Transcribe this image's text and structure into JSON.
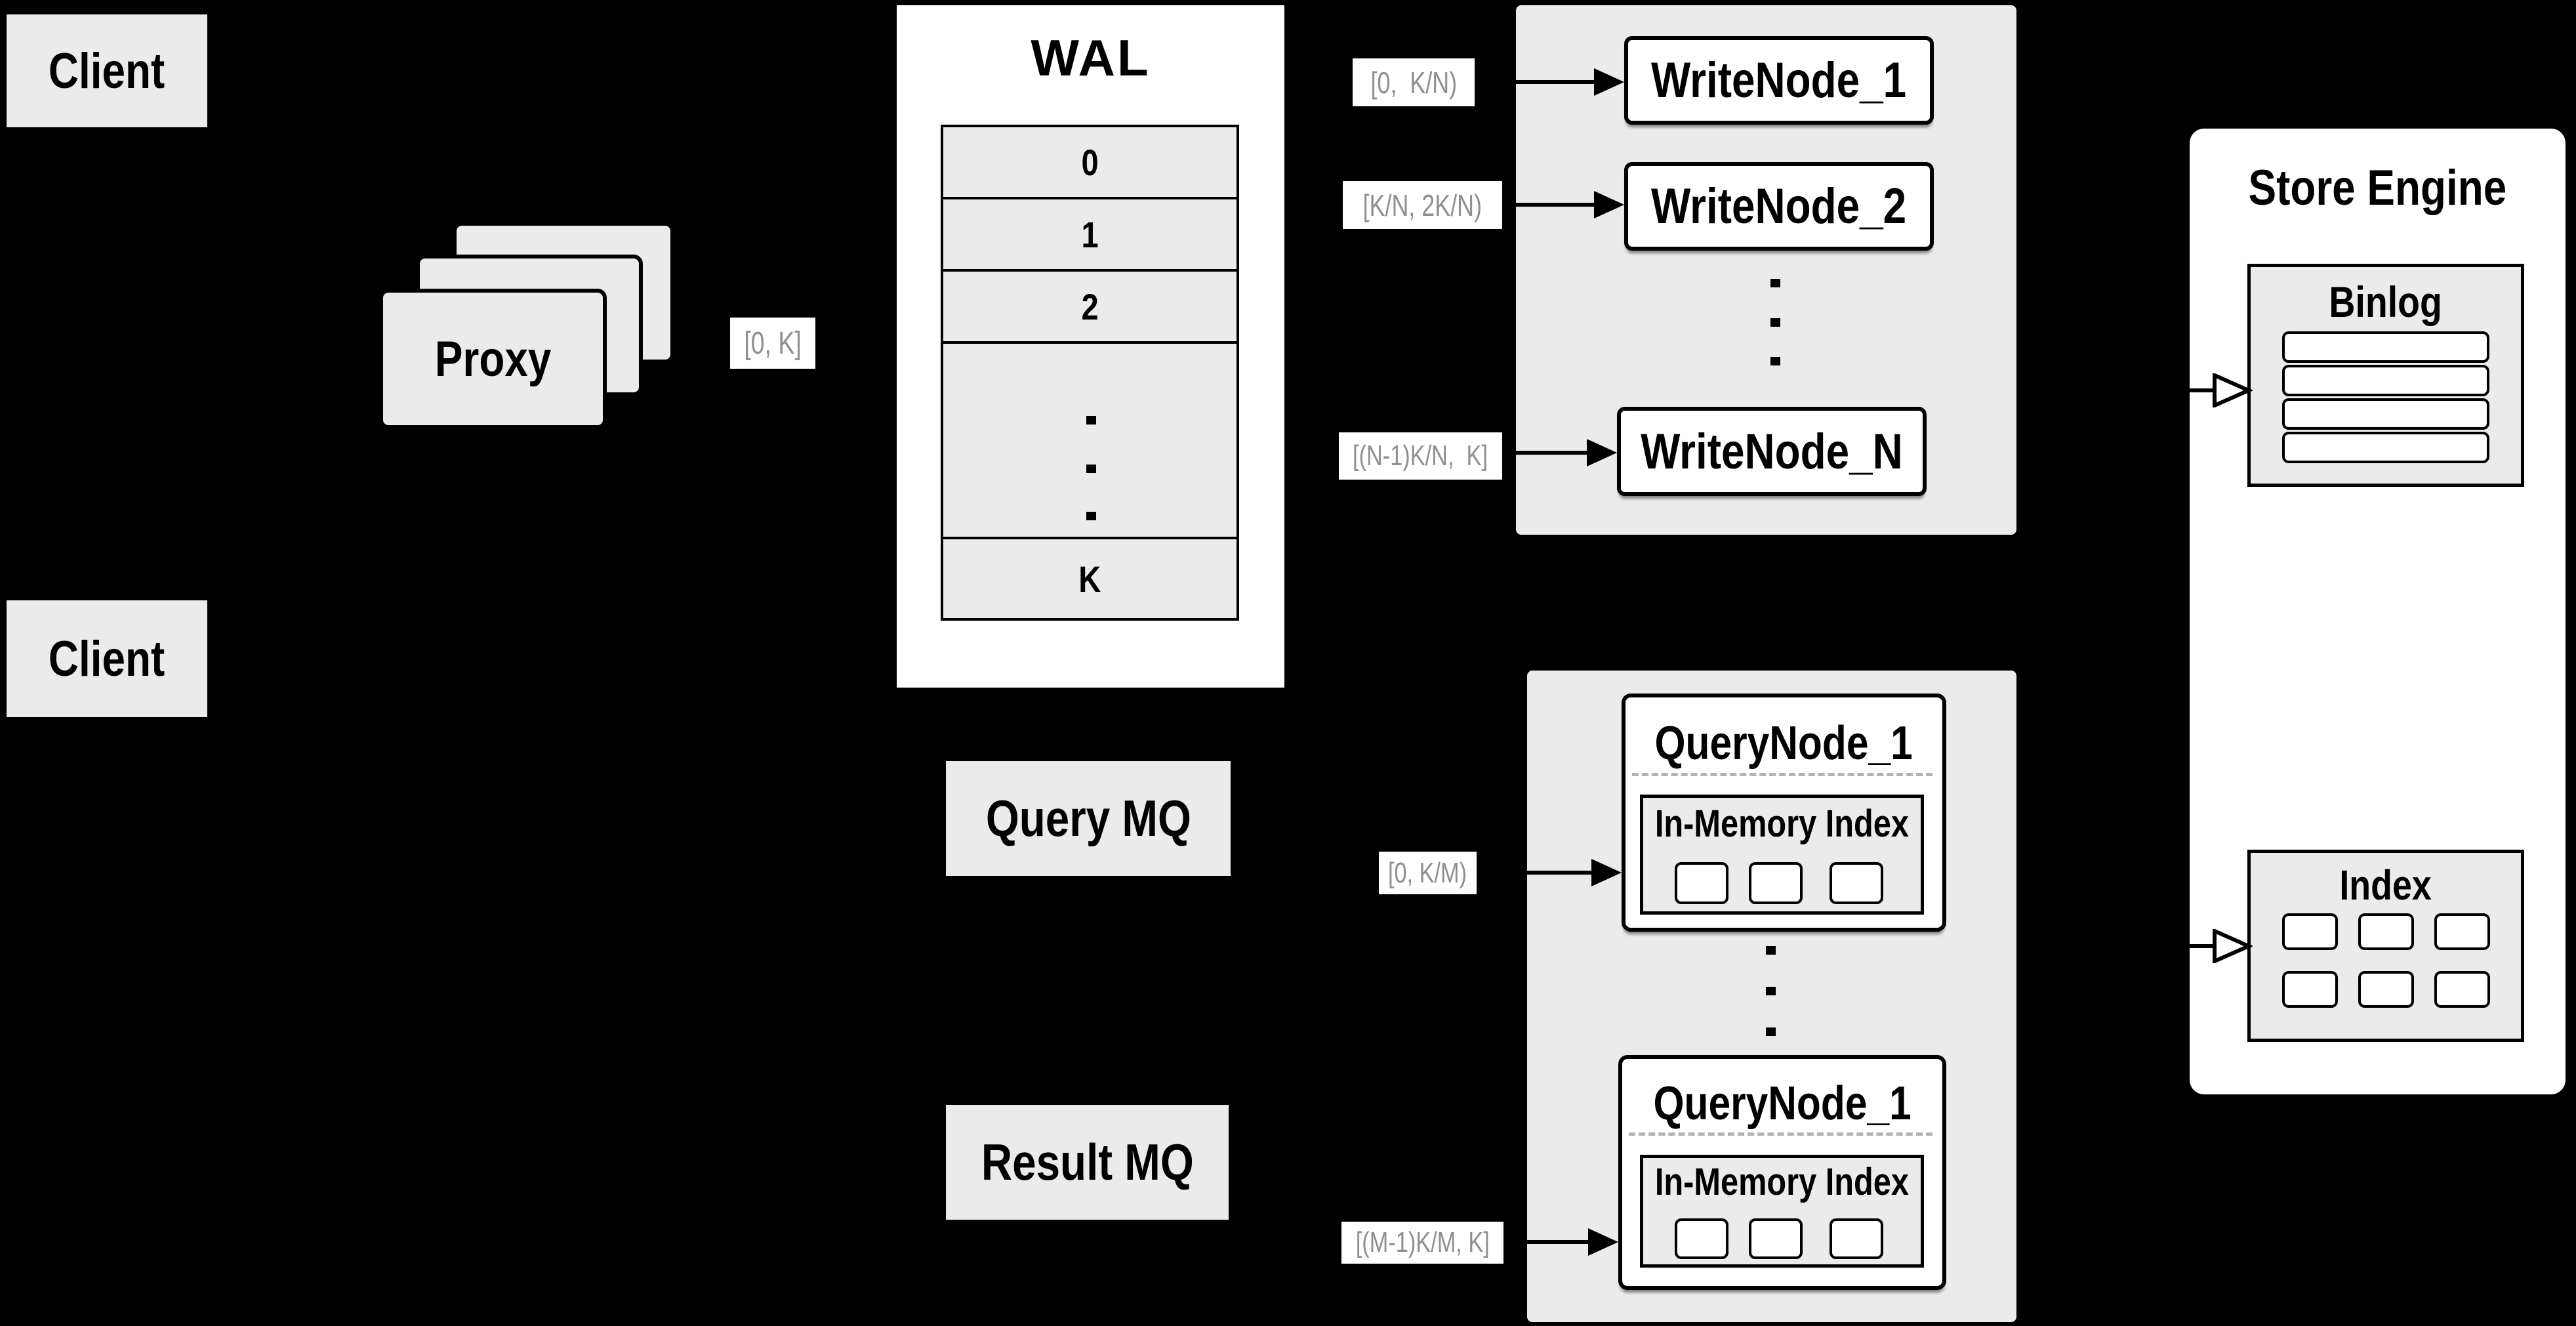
{
  "colors": {
    "background": "#000000",
    "panel_gray": "#ebebeb",
    "box_white": "#ffffff",
    "border_black": "#000000",
    "range_label_text": "#8f8f8f",
    "dashed_separator": "#b3b3b3"
  },
  "client_top": {
    "label": "Client"
  },
  "client_bottom": {
    "label": "Client"
  },
  "proxy": {
    "label": "Proxy"
  },
  "wal": {
    "title": "WAL",
    "rows": [
      "0",
      "1",
      "2"
    ],
    "last_row": "K"
  },
  "labels": {
    "proxy_range": "[0, K]",
    "write1_range": "[0,  K/N)",
    "write2_range": "[K/N, 2K/N)",
    "writeN_range": "[(N-1)K/N,  K]",
    "query1_range": "[0, K/M)",
    "queryM_range": "[(M-1)K/M, K]"
  },
  "write_cluster": {
    "node1": "WriteNode_1",
    "node2": "WriteNode_2",
    "nodeN": "WriteNode_N"
  },
  "mq": {
    "query": "Query MQ",
    "result": "Result MQ"
  },
  "query_cluster": {
    "node_top": {
      "title": "QueryNode_1",
      "memory_index": "In-Memory Index"
    },
    "node_bottom": {
      "title": "QueryNode_1",
      "memory_index": "In-Memory Index"
    }
  },
  "store_engine": {
    "title": "Store Engine",
    "binlog": "Binlog",
    "index": "Index"
  }
}
